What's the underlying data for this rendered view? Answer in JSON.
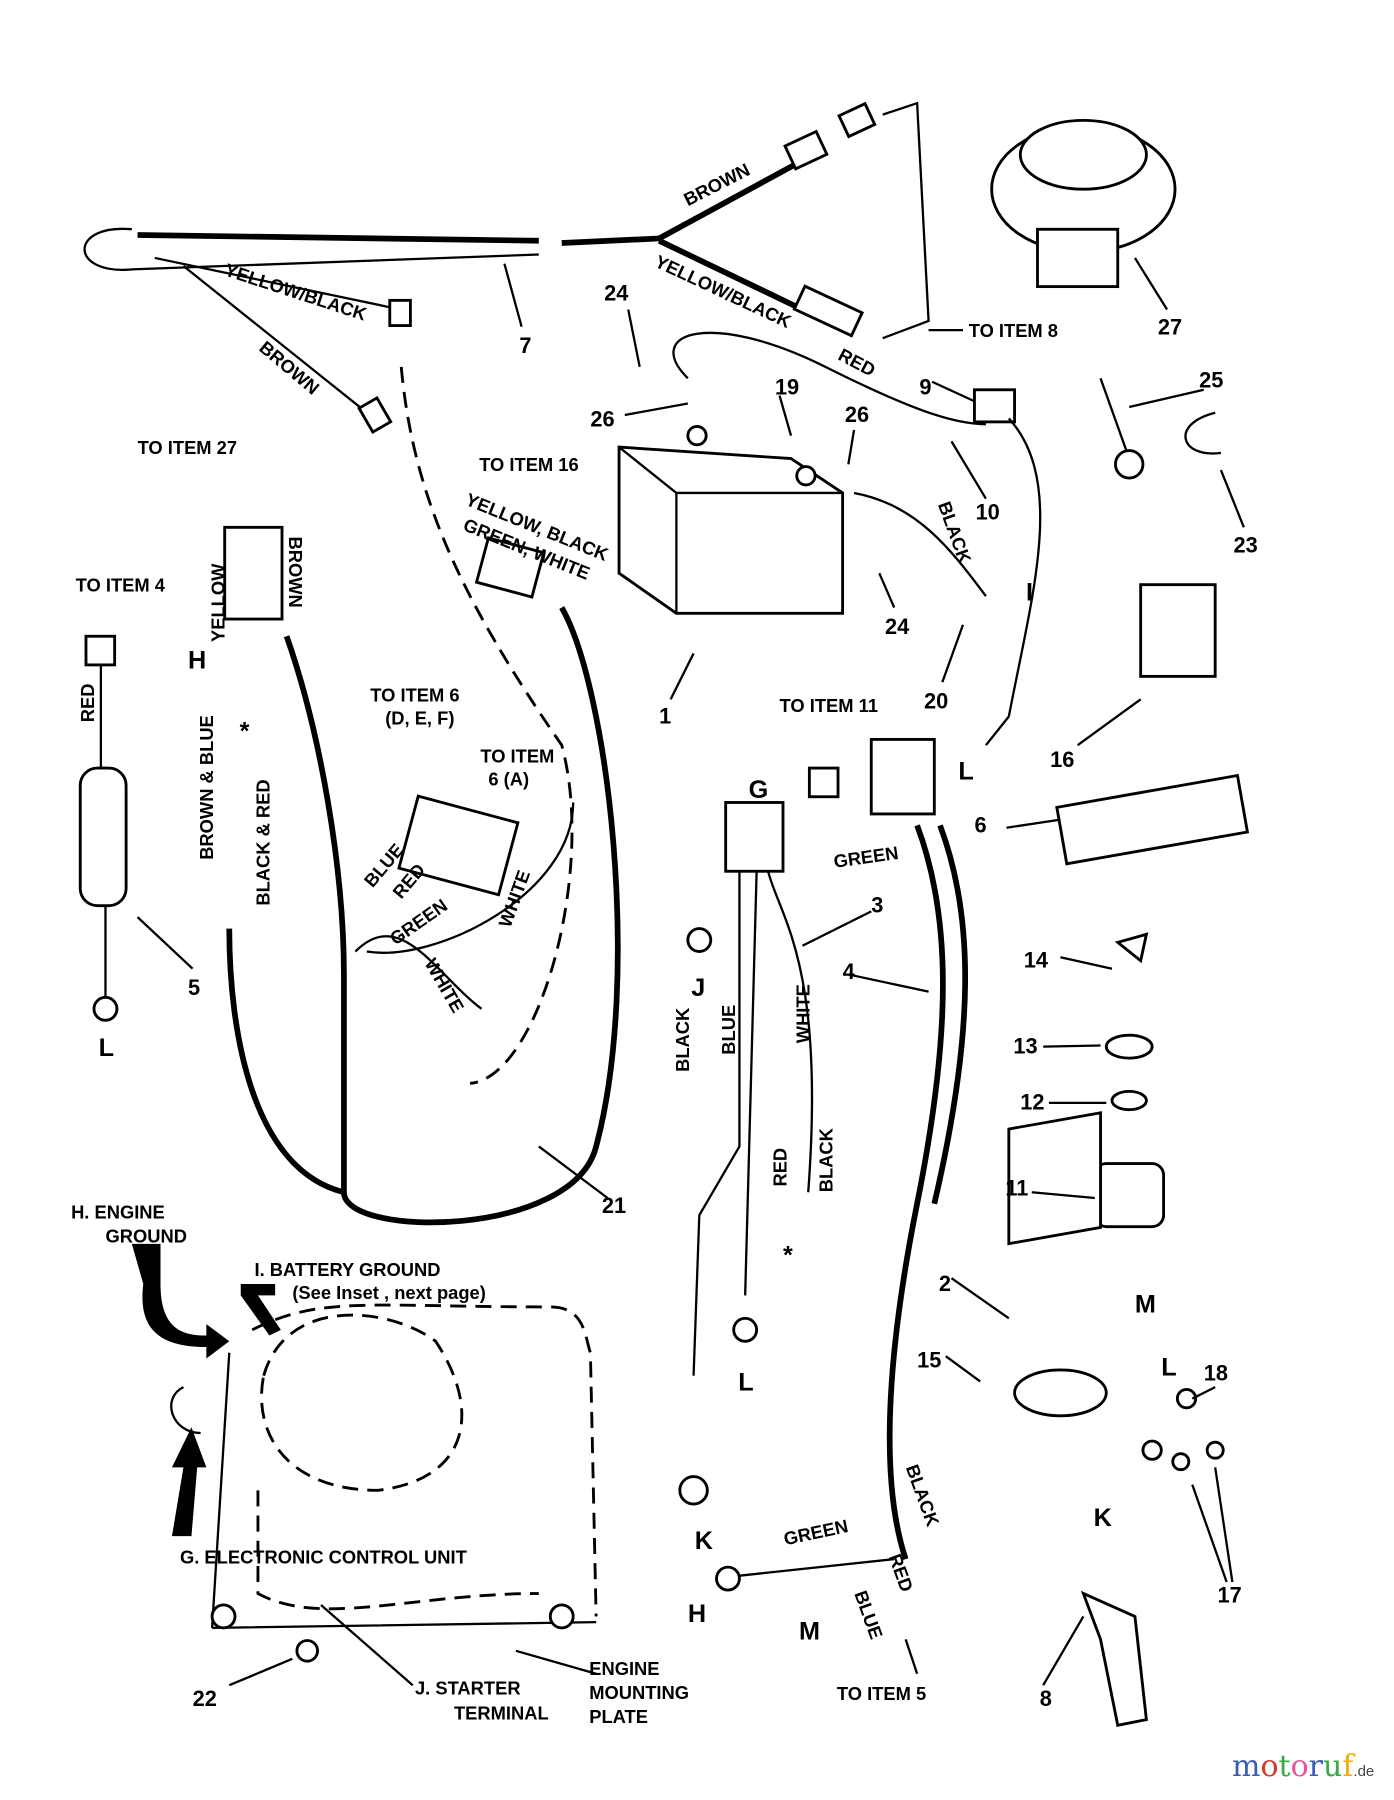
{
  "diagram": {
    "wire_labels": {
      "brown_top": "BROWN",
      "yellow_black_top": "YELLOW/BLACK",
      "yellow_black_left": "YELLOW/BLACK",
      "brown_left": "BROWN",
      "red_cable": "RED",
      "black_cable": "BLACK",
      "yellow_black_green_white_1": "YELLOW, BLACK",
      "yellow_black_green_white_2": "GREEN, WHITE",
      "yellow_conn": "YELLOW",
      "brown_conn": "BROWN",
      "red_item5": "RED",
      "brown_blue": "BROWN & BLUE",
      "black_red": "BLACK & RED",
      "blue_21": "BLUE",
      "red_21": "RED",
      "green_21": "GREEN",
      "white_21a": "WHITE",
      "white_21b": "WHITE",
      "green_4": "GREEN",
      "black_3": "BLACK",
      "blue_3": "BLUE",
      "white_3": "WHITE",
      "red_3": "RED",
      "black_3b": "BLACK",
      "black_4": "BLACK",
      "green_4b": "GREEN",
      "red_4": "RED",
      "blue_4": "BLUE"
    },
    "callouts": {
      "to_item_8": "TO ITEM 8",
      "to_item_27": "TO ITEM 27",
      "to_item_16": "TO ITEM 16",
      "to_item_4": "TO ITEM 4",
      "to_item_6_def_1": "TO ITEM 6",
      "to_item_6_def_2": "(D, E, F)",
      "to_item_6_a_1": "TO ITEM",
      "to_item_6_a_2": "6 (A)",
      "to_item_11": "TO ITEM 11",
      "to_item_5": "TO ITEM 5"
    },
    "part_numbers": {
      "p7": "7",
      "p27": "27",
      "p24a": "24",
      "p19": "19",
      "p26a": "26",
      "p26b": "26",
      "p9": "9",
      "p25": "25",
      "p10": "10",
      "p23": "23",
      "p24b": "24",
      "p20": "20",
      "p1": "1",
      "p16": "16",
      "p6": "6",
      "p3": "3",
      "p4": "4",
      "p14": "14",
      "p5": "5",
      "p13": "13",
      "p12": "12",
      "p11": "11",
      "p21": "21",
      "p2": "2",
      "p15": "15",
      "p18": "18",
      "p17": "17",
      "p22": "22",
      "p8": "8"
    },
    "terminal_letters": {
      "h_top": "H",
      "star_1": "*",
      "i": "I",
      "l_20": "L",
      "g": "G",
      "l_5": "L",
      "j": "J",
      "star_2": "*",
      "m_2": "M",
      "l_2": "L",
      "l_3": "L",
      "k_3": "K",
      "k_2": "K",
      "h_4": "H",
      "m_4": "M"
    },
    "engine_labels": {
      "h_engine_ground_1": "H.  ENGINE",
      "h_engine_ground_2": "GROUND",
      "i_battery_ground_1": "I.    BATTERY GROUND",
      "i_battery_ground_2": "(See Inset , next page)",
      "g_ecu": "G.  ELECTRONIC CONTROL UNIT",
      "j_starter_1": "J.   STARTER",
      "j_starter_2": "TERMINAL",
      "mount_plate_1": "ENGINE",
      "mount_plate_2": "MOUNTING",
      "mount_plate_3": "PLATE"
    },
    "watermark": {
      "text": "motoruf",
      "suffix": ".de",
      "colors": [
        "#3b5bb5",
        "#d23a2e",
        "#3aa845",
        "#e8559a",
        "#3b5bb5",
        "#3aa845",
        "#f2a900",
        "#f08a00"
      ]
    }
  }
}
